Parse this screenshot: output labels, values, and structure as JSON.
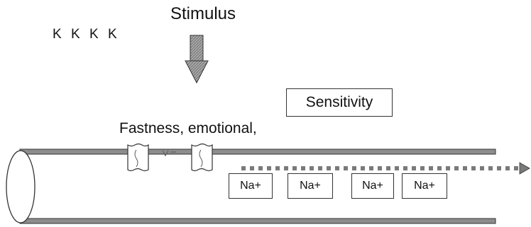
{
  "stimulus_label": "Stimulus",
  "k_ions": [
    "K",
    "K",
    "K",
    "K"
  ],
  "sensitivity_label": "Sensitivity",
  "caption": "Fastness, emotional,",
  "na_ions": [
    "Na+",
    "Na+",
    "Na+",
    "Na+"
  ],
  "colors": {
    "stroke": "#333333",
    "arrow_fill": "#9a9a9a",
    "membrane": "#555555"
  }
}
